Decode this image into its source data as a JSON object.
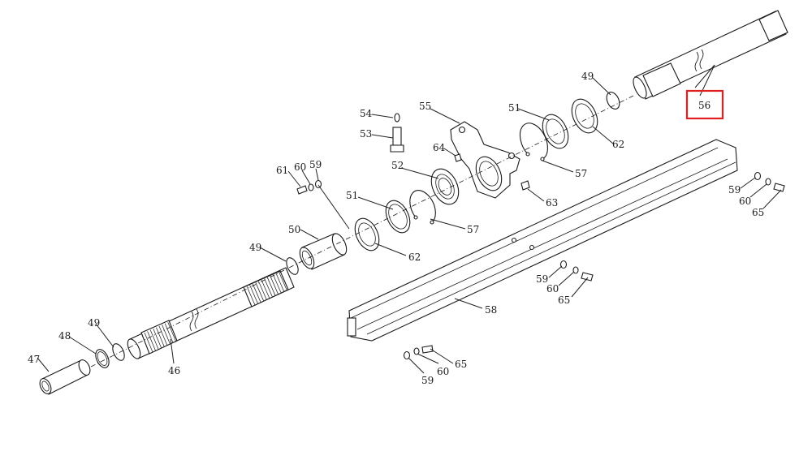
{
  "diagram": {
    "highlight_color": "#e02020",
    "labels": [
      {
        "id": "l47a",
        "text": "47"
      },
      {
        "id": "l48a",
        "text": "48"
      },
      {
        "id": "l49a",
        "text": "49"
      },
      {
        "id": "l46",
        "text": "46"
      },
      {
        "id": "l49b",
        "text": "49"
      },
      {
        "id": "l50",
        "text": "50"
      },
      {
        "id": "l61",
        "text": "61"
      },
      {
        "id": "l60a",
        "text": "60"
      },
      {
        "id": "l59a",
        "text": "59"
      },
      {
        "id": "l51a",
        "text": "51"
      },
      {
        "id": "l62a",
        "text": "62"
      },
      {
        "id": "l57a",
        "text": "57"
      },
      {
        "id": "l52",
        "text": "52"
      },
      {
        "id": "l54",
        "text": "54"
      },
      {
        "id": "l53",
        "text": "53"
      },
      {
        "id": "l55",
        "text": "55"
      },
      {
        "id": "l64",
        "text": "64"
      },
      {
        "id": "l63",
        "text": "63"
      },
      {
        "id": "l51b",
        "text": "51"
      },
      {
        "id": "l57b",
        "text": "57"
      },
      {
        "id": "l62b",
        "text": "62"
      },
      {
        "id": "l49c",
        "text": "49"
      },
      {
        "id": "l56",
        "text": "56"
      },
      {
        "id": "l58",
        "text": "58"
      },
      {
        "id": "l59b",
        "text": "59"
      },
      {
        "id": "l60b",
        "text": "60"
      },
      {
        "id": "l65a",
        "text": "65"
      },
      {
        "id": "l59c",
        "text": "59"
      },
      {
        "id": "l60c",
        "text": "60"
      },
      {
        "id": "l65b",
        "text": "65"
      },
      {
        "id": "l59d",
        "text": "59"
      },
      {
        "id": "l60d",
        "text": "60"
      },
      {
        "id": "l65c",
        "text": "65"
      }
    ]
  }
}
